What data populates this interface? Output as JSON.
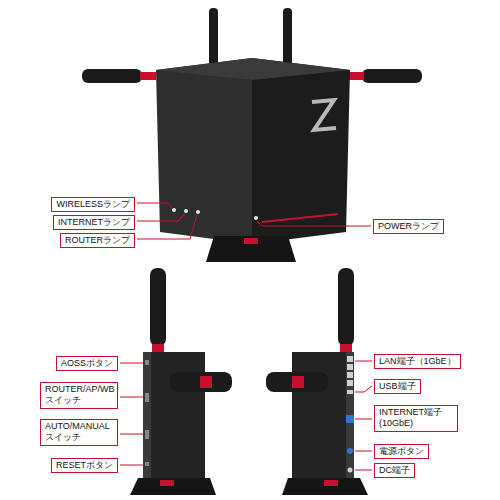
{
  "diagram": {
    "nodes": [
      {
        "text": [
          "WIRELESSランプ"
        ]
      },
      {
        "text": [
          "INTERNETランプ"
        ]
      },
      {
        "text": [
          "ROUTERランプ"
        ]
      },
      {
        "text": [
          "POWERランプ"
        ]
      },
      {
        "text": [
          "AOSSボタン"
        ]
      },
      {
        "text": [
          "ROUTER/AP/WB スイッチ"
        ]
      },
      {
        "text": [
          "AUTO/MANUAL スイッチ"
        ]
      },
      {
        "text": [
          "RESETボタン"
        ]
      },
      {
        "text": [
          "LAN端子（1GbE）"
        ]
      },
      {
        "text": [
          "USB端子"
        ]
      },
      {
        "text": [
          "INTERNET端子 (10GbE)"
        ]
      },
      {
        "text": [
          "電源ボタン"
        ]
      },
      {
        "text": [
          "DC端子"
        ]
      }
    ]
  }
}
